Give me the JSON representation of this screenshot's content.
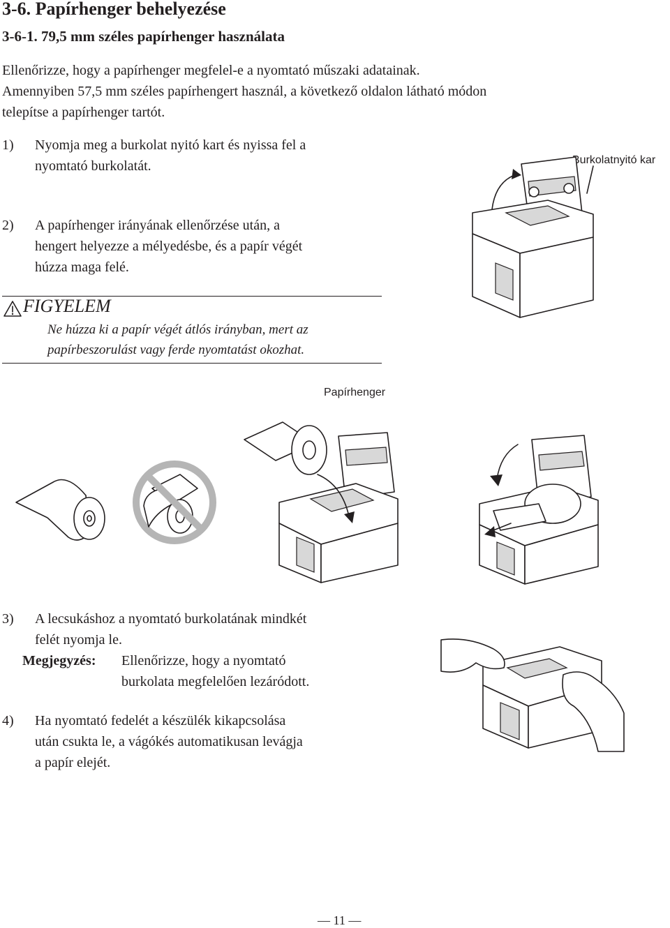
{
  "heading": "3-6.  Papírhenger behelyezése",
  "subheading": "3-6-1. 79,5 mm széles papírhenger használata",
  "intro": [
    "Ellenőrizze, hogy a papírhenger megfelel-e a nyomtató műszaki adatainak.",
    "Amennyiben 57,5 mm széles papírhengert használ, a következő oldalon látható módon",
    "telepítse a papírhenger tartót."
  ],
  "steps": [
    {
      "number": "1)",
      "lines": [
        "Nyomja meg a burkolat nyitó kart és nyissa fel a",
        "nyomtató burkolatát."
      ]
    },
    {
      "number": "2)",
      "lines": [
        "A papírhenger irányának ellenőrzése után, a",
        "hengert helyezze a mélyedésbe, és a papír végét",
        "húzza maga felé."
      ]
    },
    {
      "number": "3)",
      "lines": [
        "A lecsukáshoz a nyomtató burkolatának mindkét",
        "felét nyomja le."
      ]
    },
    {
      "number": "4)",
      "lines": [
        "Ha nyomtató fedelét a készülék kikapcsolása",
        "után csukta le, a vágókés automatikusan levágja",
        "a papír elejét."
      ]
    }
  ],
  "caution": {
    "title": "FIGYELEM",
    "lines": [
      "Ne húzza ki a papír végét átlós irányban, mert az",
      "papírbeszorulást vagy ferde nyomtatást okozhat."
    ]
  },
  "note": {
    "label": "Megjegyzés:",
    "lines": [
      "Ellenőrizze, hogy a nyomtató",
      "burkolata megfelelően lezáródott."
    ]
  },
  "figure_labels": {
    "cover_lever": "Burkolatnyitó kar",
    "paper_roll": "Papírhenger"
  },
  "page_number": "11"
}
